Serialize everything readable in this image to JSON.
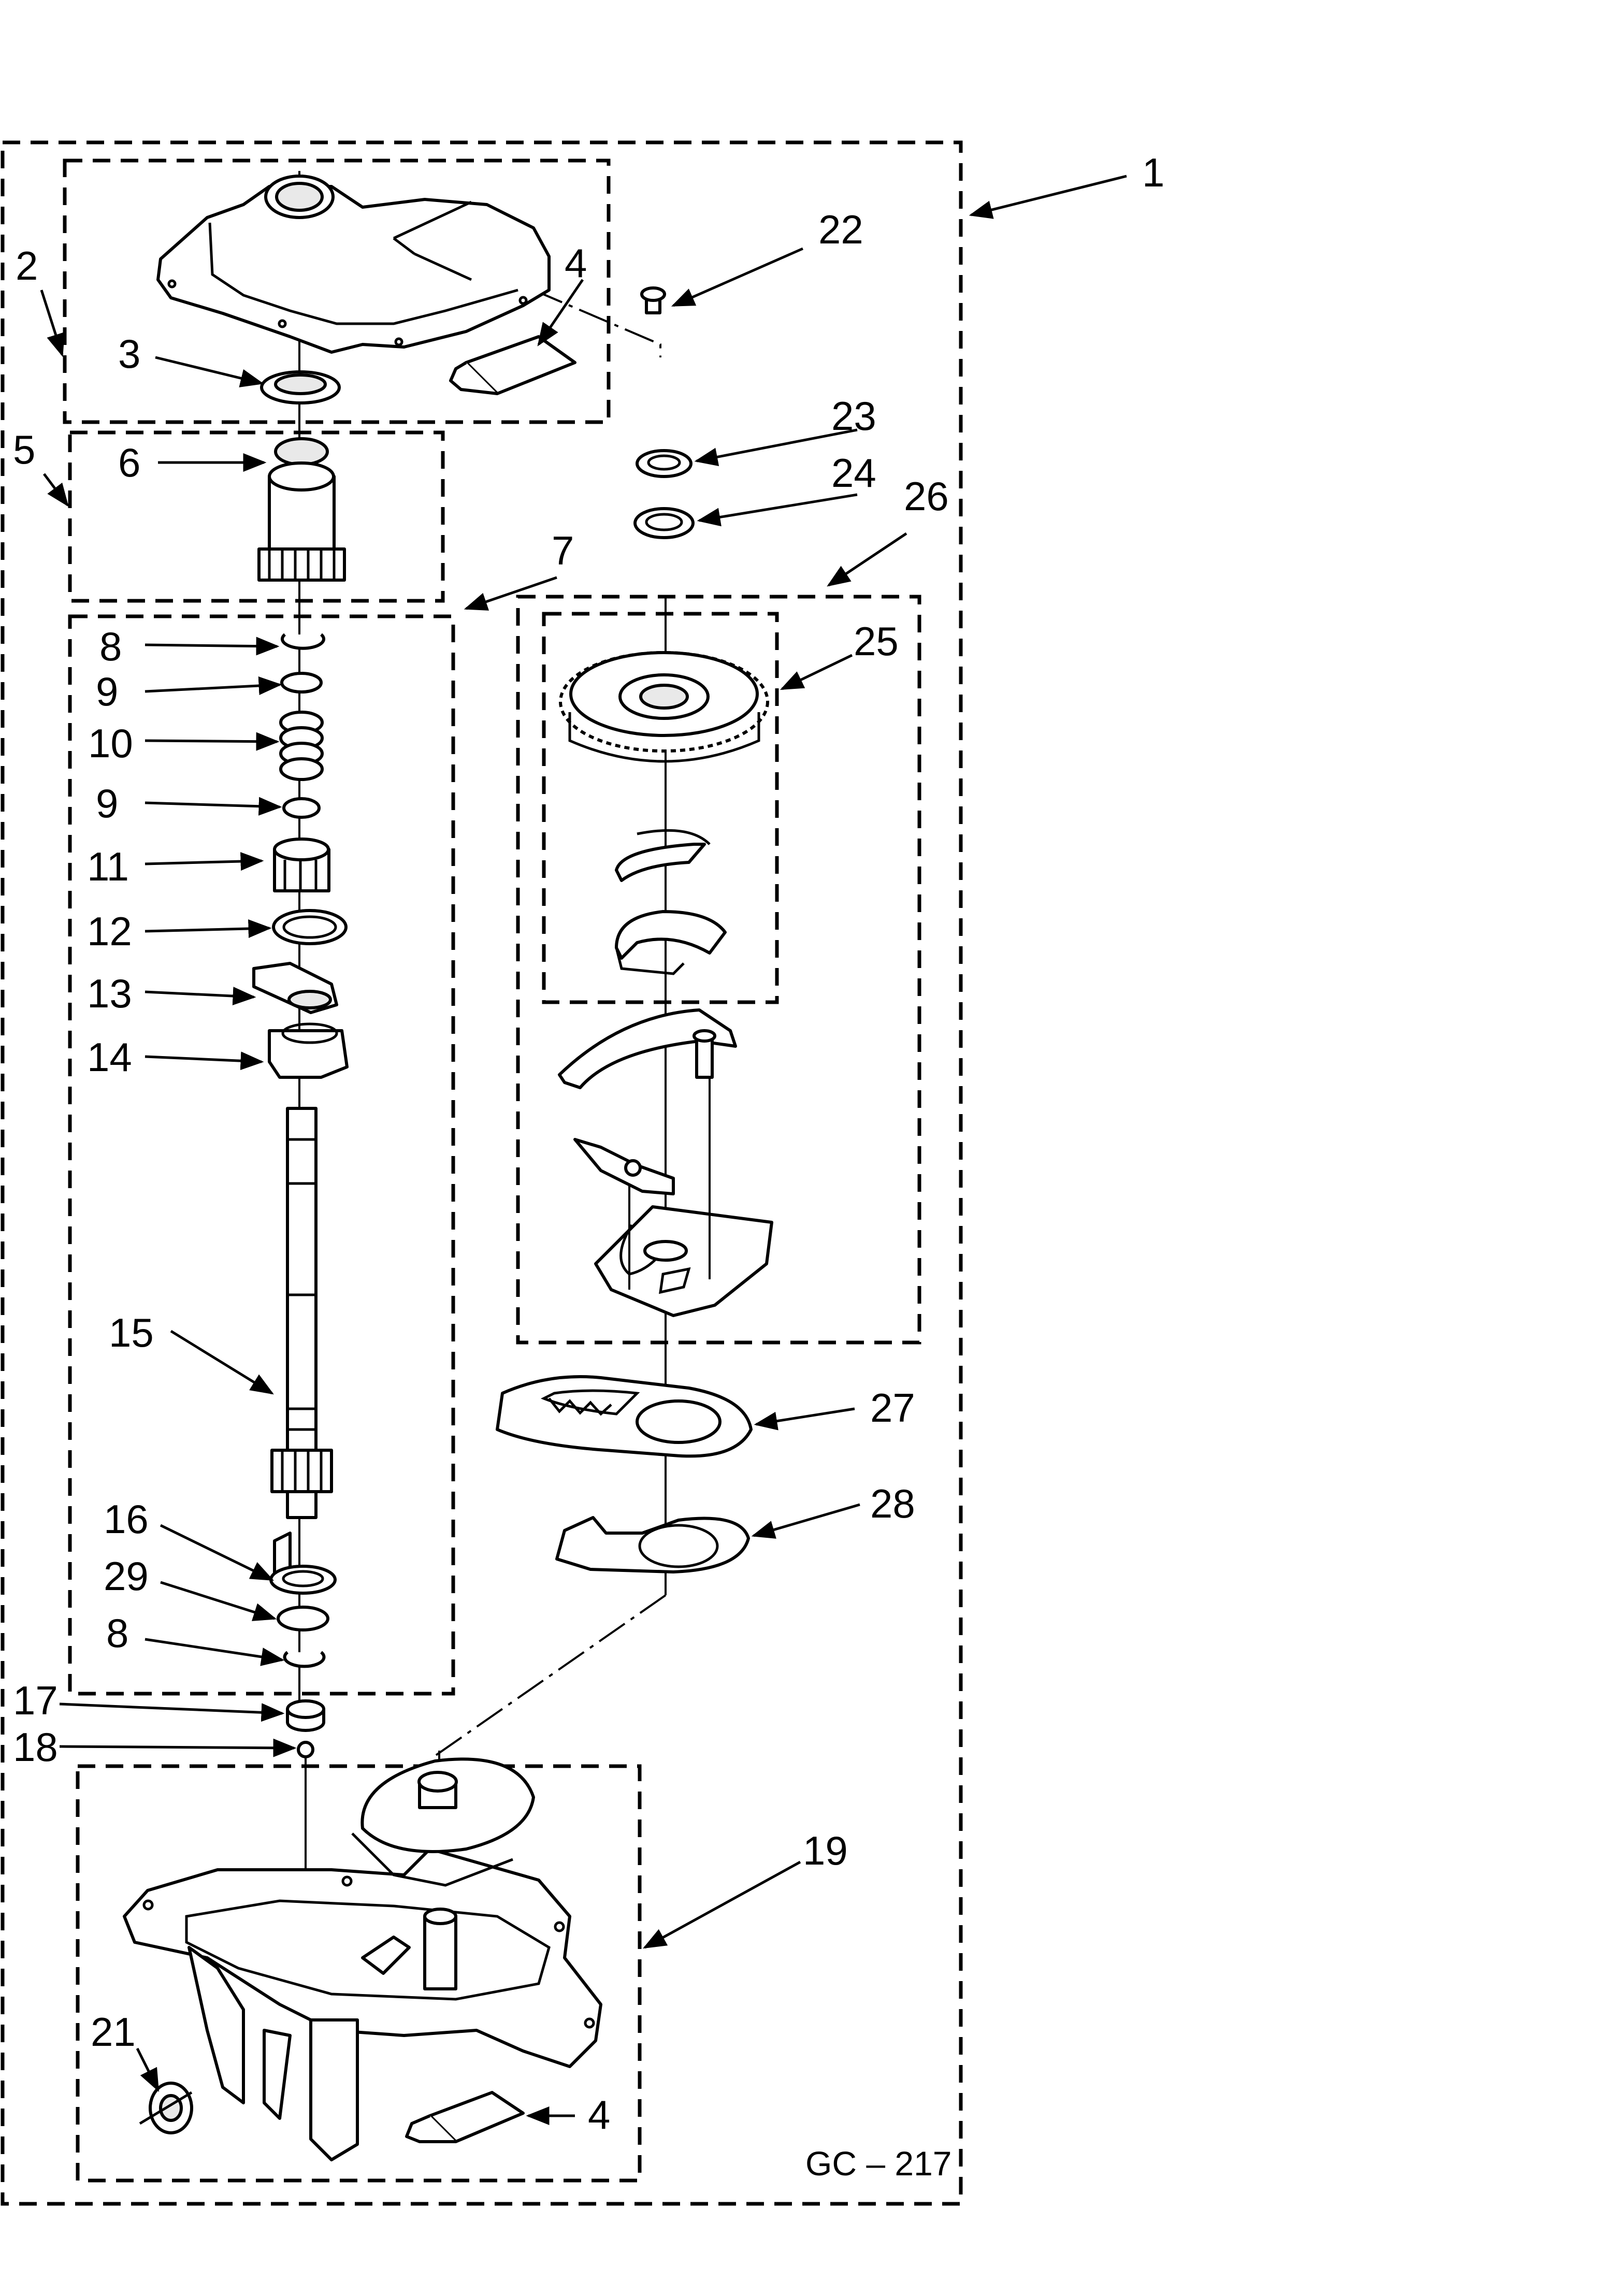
{
  "diagram": {
    "code": "GC – 217",
    "callouts": [
      "1",
      "2",
      "3",
      "4",
      "5",
      "6",
      "7",
      "8",
      "9",
      "10",
      "9",
      "11",
      "12",
      "13",
      "14",
      "15",
      "16",
      "29",
      "8",
      "17",
      "18",
      "19",
      "21",
      "4",
      "22",
      "23",
      "24",
      "26",
      "25",
      "27",
      "28"
    ]
  },
  "parts": {
    "gearcase_cover_assembly": "2",
    "gearcase_assembly": "1",
    "pinion_assembly": "5",
    "shaft_assembly": "7",
    "shift_assembly": "26",
    "gear_assembly": "25",
    "gearcase_base": "19",
    "sealant_tube": "4"
  }
}
